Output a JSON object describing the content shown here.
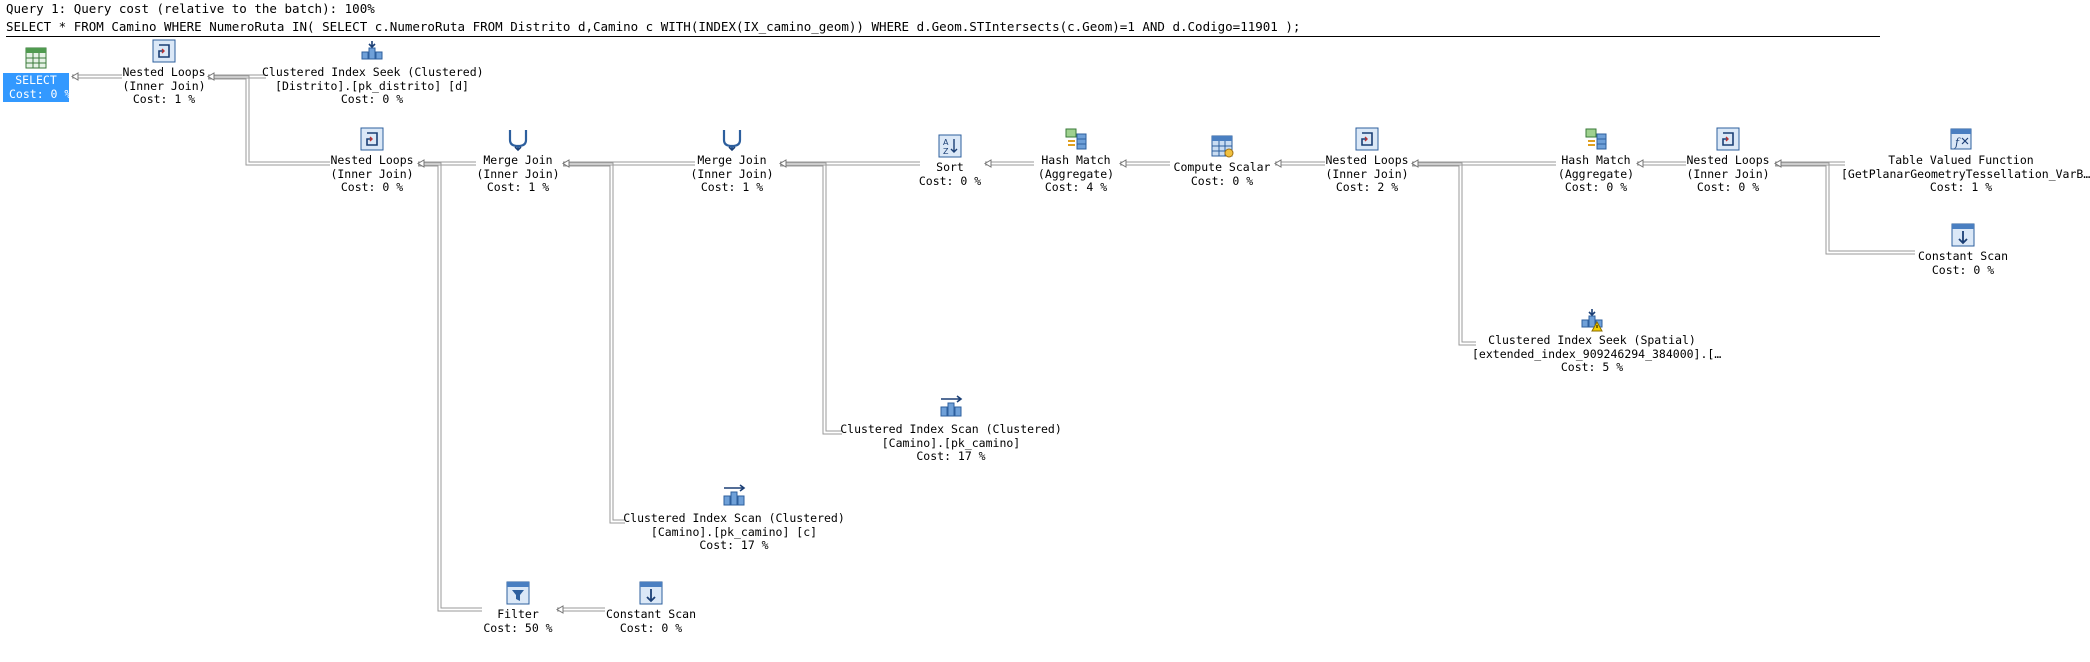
{
  "header": {
    "query_cost": "Query 1: Query cost (relative to the batch): 100%",
    "sql": "SELECT * FROM Camino WHERE NumeroRuta IN( SELECT c.NumeroRuta FROM Distrito d,Camino c WITH(INDEX(IX_camino_geom)) WHERE d.Geom.STIntersects(c.Geom)=1 AND d.Codigo=11901 );"
  },
  "nodes": {
    "select": {
      "icon": "select-result-icon",
      "lines": [
        "SELECT",
        "Cost: 0 %"
      ]
    },
    "nl1": {
      "icon": "nested-loops-icon",
      "lines": [
        "Nested Loops",
        "(Inner Join)",
        "Cost: 1 %"
      ]
    },
    "cis_distrito": {
      "icon": "clustered-index-seek-icon",
      "lines": [
        "Clustered Index Seek (Clustered)",
        "[Distrito].[pk_distrito] [d]",
        "Cost: 0 %"
      ]
    },
    "nl2": {
      "icon": "nested-loops-icon",
      "lines": [
        "Nested Loops",
        "(Inner Join)",
        "Cost: 0 %"
      ]
    },
    "mj1": {
      "icon": "merge-join-icon",
      "lines": [
        "Merge Join",
        "(Inner Join)",
        "Cost: 1 %"
      ]
    },
    "mj2": {
      "icon": "merge-join-icon",
      "lines": [
        "Merge Join",
        "(Inner Join)",
        "Cost: 1 %"
      ]
    },
    "sort": {
      "icon": "sort-icon",
      "lines": [
        "Sort",
        "Cost: 0 %"
      ]
    },
    "hm1": {
      "icon": "hash-match-icon",
      "lines": [
        "Hash Match",
        "(Aggregate)",
        "Cost: 4 %"
      ]
    },
    "cs": {
      "icon": "compute-scalar-icon",
      "lines": [
        "Compute Scalar",
        "Cost: 0 %"
      ]
    },
    "nl3": {
      "icon": "nested-loops-icon",
      "lines": [
        "Nested Loops",
        "(Inner Join)",
        "Cost: 2 %"
      ]
    },
    "hm2": {
      "icon": "hash-match-icon",
      "lines": [
        "Hash Match",
        "(Aggregate)",
        "Cost: 0 %"
      ]
    },
    "nl4": {
      "icon": "nested-loops-icon",
      "lines": [
        "Nested Loops",
        "(Inner Join)",
        "Cost: 0 %"
      ]
    },
    "tvf": {
      "icon": "table-valued-function-icon",
      "lines": [
        "Table Valued Function",
        "[GetPlanarGeometryTessellation_VarB…",
        "Cost: 1 %"
      ]
    },
    "const1": {
      "icon": "constant-scan-icon",
      "lines": [
        "Constant Scan",
        "Cost: 0 %"
      ]
    },
    "cis_spatial": {
      "icon": "clustered-index-seek-spatial-icon",
      "lines": [
        "Clustered Index Seek (Spatial)",
        "[extended_index_909246294_384000].[…",
        "Cost: 5 %"
      ]
    },
    "cisc1": {
      "icon": "clustered-index-scan-icon",
      "lines": [
        "Clustered Index Scan (Clustered)",
        "[Camino].[pk_camino]",
        "Cost: 17 %"
      ]
    },
    "cisc2": {
      "icon": "clustered-index-scan-icon",
      "lines": [
        "Clustered Index Scan (Clustered)",
        "[Camino].[pk_camino] [c]",
        "Cost: 17 %"
      ]
    },
    "filter": {
      "icon": "filter-icon",
      "lines": [
        "Filter",
        "Cost: 50 %"
      ]
    },
    "const2": {
      "icon": "constant-scan-icon",
      "lines": [
        "Constant Scan",
        "Cost: 0 %"
      ]
    }
  }
}
